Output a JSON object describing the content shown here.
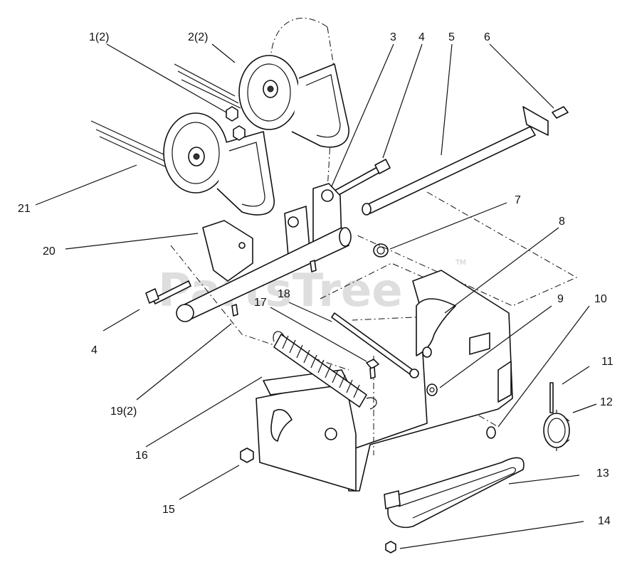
{
  "watermark": {
    "text": "PartsTree",
    "trademark": "TM"
  },
  "callouts": [
    {
      "id": "1",
      "label": "1(2)"
    },
    {
      "id": "2",
      "label": "2(2)"
    },
    {
      "id": "3",
      "label": "3"
    },
    {
      "id": "4a",
      "label": "4"
    },
    {
      "id": "5",
      "label": "5"
    },
    {
      "id": "6",
      "label": "6"
    },
    {
      "id": "7",
      "label": "7"
    },
    {
      "id": "8",
      "label": "8"
    },
    {
      "id": "9",
      "label": "9"
    },
    {
      "id": "10",
      "label": "10"
    },
    {
      "id": "11",
      "label": "11"
    },
    {
      "id": "12",
      "label": "12"
    },
    {
      "id": "13",
      "label": "13"
    },
    {
      "id": "14",
      "label": "14"
    },
    {
      "id": "15",
      "label": "15"
    },
    {
      "id": "16",
      "label": "16"
    },
    {
      "id": "17",
      "label": "17"
    },
    {
      "id": "18",
      "label": "18"
    },
    {
      "id": "19",
      "label": "19(2)"
    },
    {
      "id": "20",
      "label": "20"
    },
    {
      "id": "21",
      "label": "21"
    },
    {
      "id": "4b",
      "label": "4"
    }
  ]
}
